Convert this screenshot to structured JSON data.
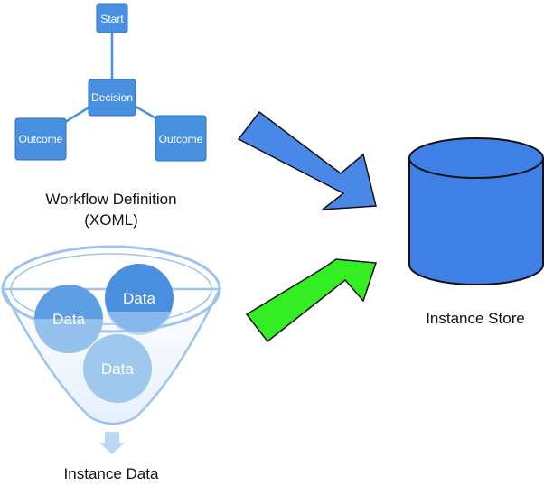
{
  "workflow": {
    "start": "Start",
    "decision": "Decision",
    "outcome_left": "Outcome",
    "outcome_right": "Outcome",
    "caption_line1": "Workflow Definition",
    "caption_line2": "(XOML)"
  },
  "funnel": {
    "data_top_right": "Data",
    "data_left": "Data",
    "data_bottom": "Data",
    "caption": "Instance Data"
  },
  "store": {
    "caption": "Instance Store"
  },
  "colors": {
    "node_blue": "#4a90e0",
    "arrow_blue": "#4a88e8",
    "arrow_green": "#33ee22",
    "cylinder_blue": "#3f80e6",
    "data_light_blue": "#9fc8ef",
    "data_mid_blue": "#5d9fe2"
  }
}
